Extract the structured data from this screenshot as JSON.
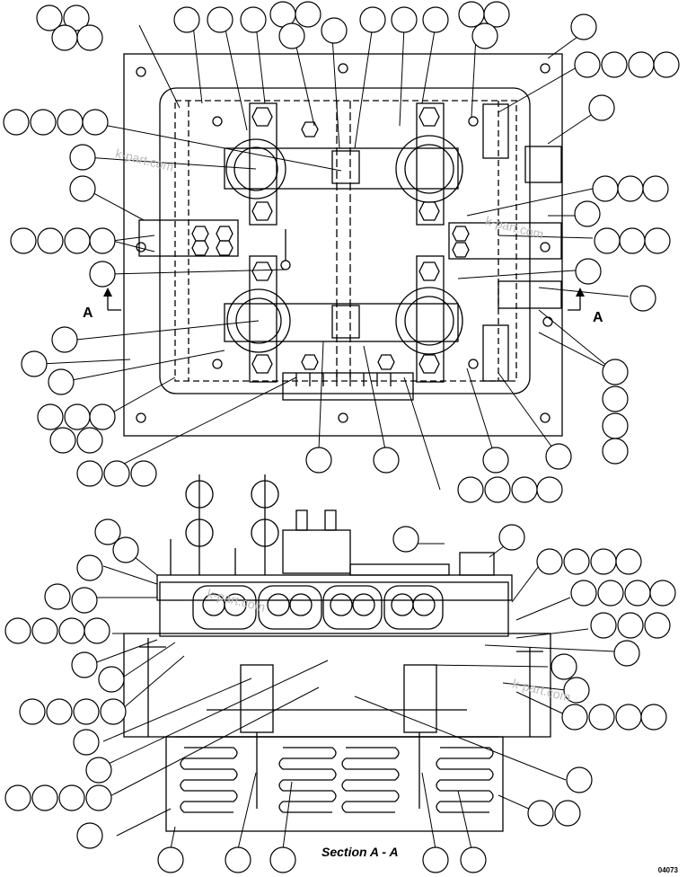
{
  "section_label": "Section A - A",
  "section_arrow_letter": "A",
  "drawing_ref": "04073",
  "watermark_text": "k-part.com",
  "colors": {
    "line": "#000000",
    "balloon_fill": "#ffffff",
    "watermark": "#bbbbbb"
  }
}
